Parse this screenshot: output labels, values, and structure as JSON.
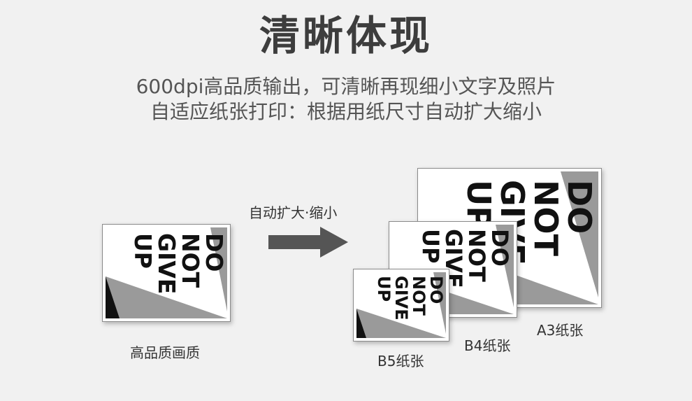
{
  "header": {
    "title": "清晰体现",
    "line1": "600dpi高品质输出，可清晰再现细小文字及照片",
    "line2": "自适应纸张打印：根据用纸尺寸自动扩大缩小"
  },
  "arrow_label": "自动扩大·缩小",
  "poster_text": {
    "l1": "DO",
    "l2": "NOT",
    "l3": "GIVE",
    "l4": "UP"
  },
  "captions": {
    "original": "高品质画质",
    "b5": "B5纸张",
    "b4": "B4纸张",
    "a3": "A3纸张"
  }
}
